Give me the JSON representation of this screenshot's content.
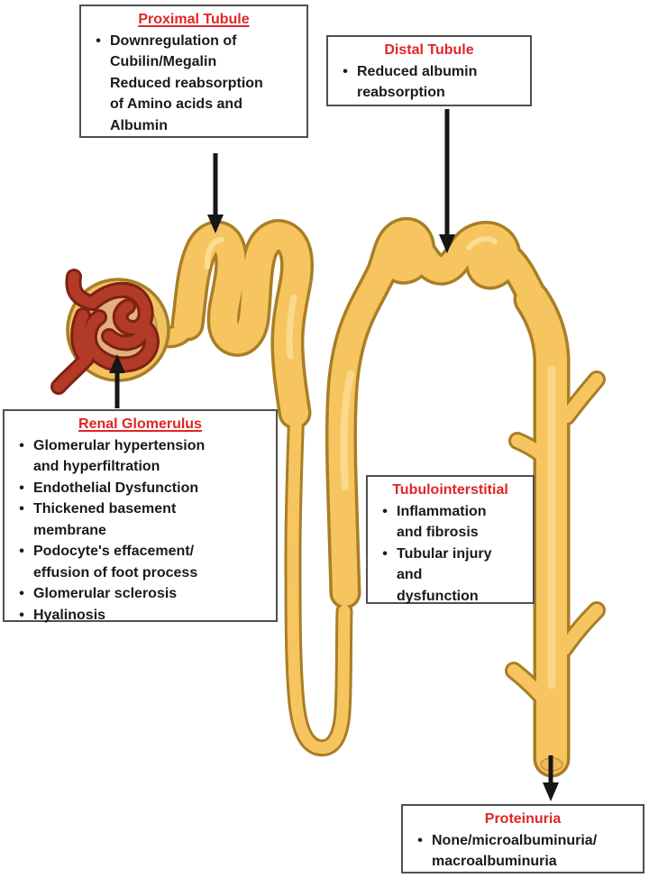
{
  "diagram_title": "Nephron sites of injury and albumin handling",
  "boxes": [
    {
      "id": "proximal-tubule",
      "title": "Proximal Tubule",
      "underlined": true,
      "items": [
        "Downregulation of\nCubilin/Megalin\nReduced reabsorption\nof Amino acids and\nAlbumin"
      ]
    },
    {
      "id": "distal-tubule",
      "title": "Distal Tubule",
      "underlined": false,
      "items": [
        "Reduced albumin\nreabsorption"
      ]
    },
    {
      "id": "renal-glomerulus",
      "title": "Renal Glomerulus",
      "underlined": true,
      "items": [
        "Glomerular hypertension\nand hyperfiltration",
        "Endothelial Dysfunction",
        "Thickened basement\nmembrane",
        "Podocyte's effacement/\neffusion of foot process",
        "Glomerular sclerosis",
        "Hyalinosis"
      ]
    },
    {
      "id": "tubulointerstitial",
      "title": "Tubulointerstitial",
      "underlined": false,
      "items": [
        "Inflammation\nand fibrosis",
        "Tubular injury\nand\ndysfunction"
      ]
    },
    {
      "id": "proteinuria",
      "title": "Proteinuria",
      "underlined": false,
      "items": [
        "None/microalbuminuria/\nmacroalbuminuria"
      ]
    }
  ],
  "colors": {
    "title_red": "#df2626",
    "body_text": "#1a1a1a",
    "box_border": "#4f4f4f",
    "tube_fill": "#f6c560",
    "tube_outline": "#a87e26",
    "tube_highlight": "#fbe2a0",
    "capsule_rim": "#f2c261",
    "capsule_inner": "#e2af7d",
    "capillary_fill": "#b13b27",
    "capillary_outline": "#7e2113",
    "arrow_black": "#161616",
    "background": "#ffffff"
  }
}
